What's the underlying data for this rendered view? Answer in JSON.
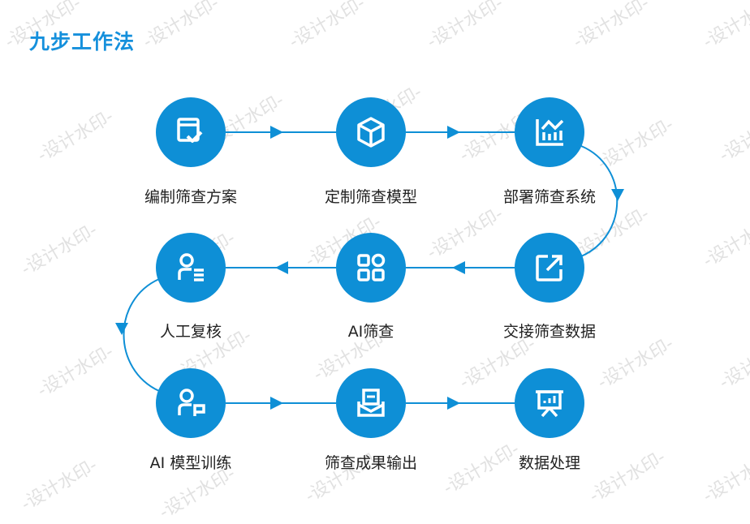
{
  "title": "九步工作法",
  "accent_color": "#0e8fd6",
  "watermark": "-设计水印-",
  "steps": [
    {
      "label": "编制筛查方案",
      "icon": "form-check-icon"
    },
    {
      "label": "定制筛查模型",
      "icon": "cube-icon"
    },
    {
      "label": "部署筛查系统",
      "icon": "bar-chart-icon"
    },
    {
      "label": "交接筛查数据",
      "icon": "external-link-icon"
    },
    {
      "label": "AI筛查",
      "icon": "apps-grid-icon"
    },
    {
      "label": "人工复核",
      "icon": "user-list-icon"
    },
    {
      "label": "AI 模型训练",
      "icon": "user-flag-icon"
    },
    {
      "label": "筛查成果输出",
      "icon": "inbox-icon"
    },
    {
      "label": "数据处理",
      "icon": "presentation-icon"
    }
  ]
}
